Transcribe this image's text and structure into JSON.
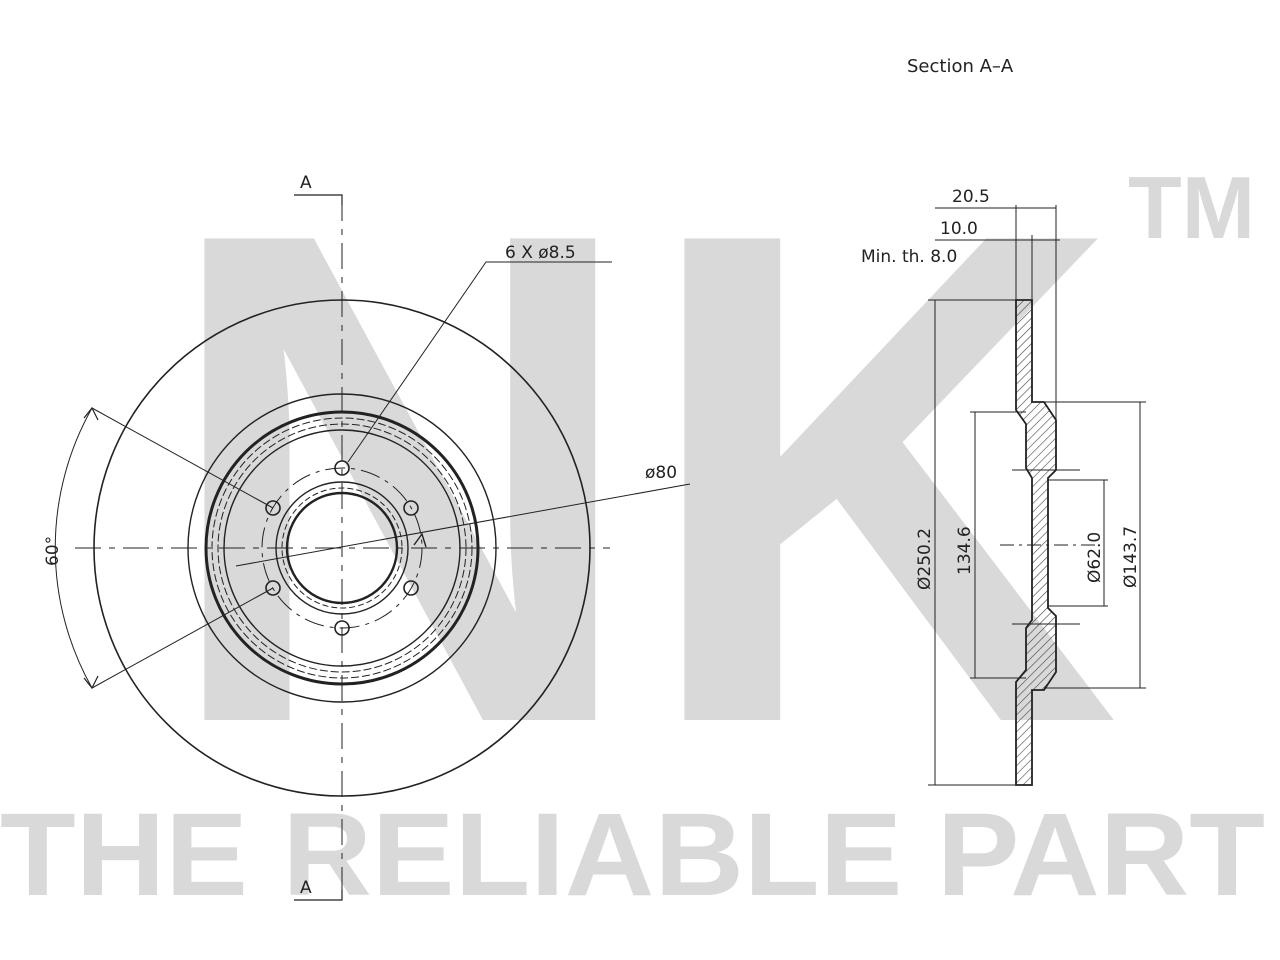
{
  "watermark": {
    "logo_text": "NK",
    "trademark": "TM",
    "tagline": "THE RELIABLE PART",
    "color": "#d9d9d9"
  },
  "section_title": "Section A–A",
  "section_marker": "A",
  "labels": {
    "bolt_holes": "6 X ø8.5",
    "pcd": "ø80",
    "angle": "60°",
    "thickness_total": "20.5",
    "thickness_disc": "10.0",
    "min_thickness": "Min. th. 8.0",
    "outer_diameter": "Ø250.2",
    "hub_height": "134.6",
    "centre_bore": "Ø62.0",
    "hub_diameter": "Ø143.7"
  },
  "colors": {
    "line": "#222222",
    "hatch": "#444444"
  }
}
